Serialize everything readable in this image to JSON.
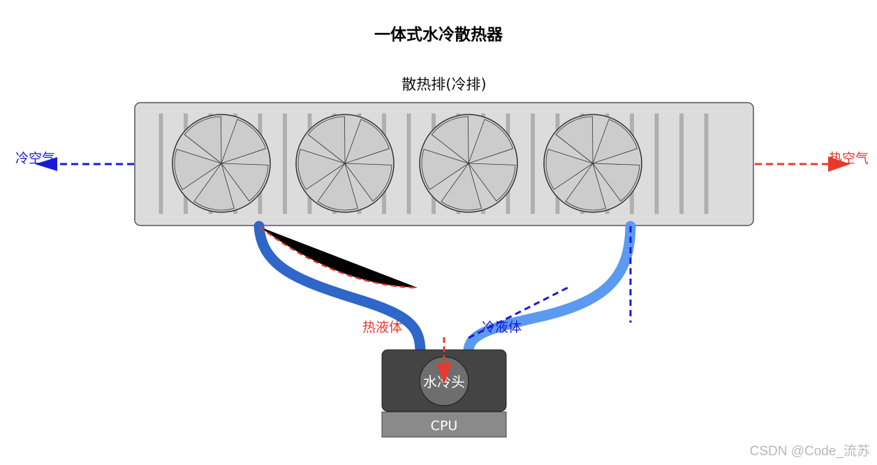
{
  "title": "一体式水冷散热器",
  "radiator": {
    "label": "散热排(冷排)"
  },
  "airflow": {
    "cold_label": "冷空气",
    "hot_label": "热空气"
  },
  "tubes": {
    "hot_label": "热液体",
    "cold_label": "冷液体"
  },
  "pump": {
    "label": "水冷头"
  },
  "cpu": {
    "label": "CPU"
  },
  "watermark": "CSDN @Code_流苏",
  "colors": {
    "hot": "#e8392b",
    "cold": "#1a1ad8",
    "hot_tube": "#2f67c8",
    "cold_tube": "#5a9af0",
    "radiator_fill": "#dcdcdc",
    "fan_fill": "#cfcfcf",
    "pump_body": "#444444",
    "cpu_fill": "#8a8a8a"
  }
}
